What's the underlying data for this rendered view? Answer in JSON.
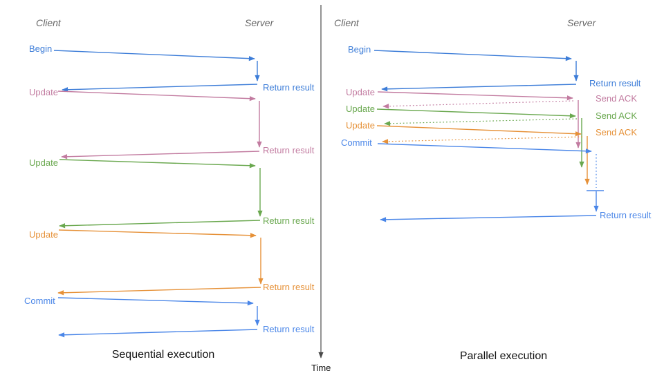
{
  "colors": {
    "begin_blue": "#3d7dd8",
    "commit_blue": "#4a86e8",
    "pink": "#c27ba0",
    "green": "#6aa84f",
    "orange": "#e69138",
    "header_gray": "#666666",
    "axis_gray": "#4a4a4a",
    "text_black": "#111111"
  },
  "timeline": {
    "label": "Time"
  },
  "left": {
    "client_header": "Client",
    "server_header": "Server",
    "caption": "Sequential execution",
    "messages": [
      {
        "request": "Begin",
        "response": "Return result"
      },
      {
        "request": "Update",
        "response": "Return result"
      },
      {
        "request": "Update",
        "response": "Return result"
      },
      {
        "request": "Update",
        "response": "Return result"
      },
      {
        "request": "Commit",
        "response": "Return result"
      }
    ]
  },
  "right": {
    "client_header": "Client",
    "server_header": "Server",
    "caption": "Parallel execution",
    "messages": [
      {
        "request": "Begin",
        "response": "Return result"
      },
      {
        "request": "Update",
        "response": "Send ACK"
      },
      {
        "request": "Update",
        "response": "Send ACK"
      },
      {
        "request": "Update",
        "response": "Send ACK"
      },
      {
        "request": "Commit",
        "response": "Return result"
      }
    ]
  }
}
